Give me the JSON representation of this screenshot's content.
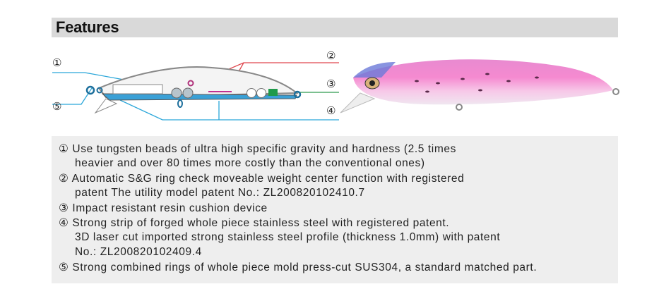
{
  "header": {
    "title": "Features"
  },
  "callouts": [
    "①",
    "②",
    "③",
    "④",
    "⑤"
  ],
  "features": [
    {
      "marker": "①",
      "lines": [
        "Use tungsten beads of ultra high specific gravity and hardness (2.5 times",
        "heavier and over 80 times more costly than the conventional ones)"
      ]
    },
    {
      "marker": "②",
      "lines": [
        "Automatic S&G ring check moveable weight center function with registered",
        "patent The utility model patent No.: ZL200820102410.7"
      ]
    },
    {
      "marker": "③",
      "lines": [
        "Impact resistant resin cushion device"
      ]
    },
    {
      "marker": "④",
      "lines": [
        "Strong strip of forged whole piece stainless steel with registered patent.",
        "3D laser cut imported strong stainless steel profile (thickness 1.0mm) with patent",
        "No.: ZL200820102409.4"
      ]
    },
    {
      "marker": "⑤",
      "lines": [
        "Strong combined rings of whole piece mold press-cut SUS304, a standard matched part."
      ]
    }
  ],
  "colors": {
    "header_bg": "#d9d9d9",
    "panel_bg": "#eeeeee",
    "leader_blue": "#2aa6d9",
    "leader_red": "#e0484f",
    "leader_green": "#2e9a4e",
    "lure_pink": "#f06ac0"
  }
}
